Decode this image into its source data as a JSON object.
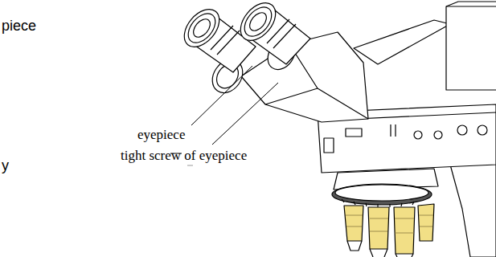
{
  "diagram": {
    "labels": [
      "piece",
      "eyepiece",
      "tight screw of eyepiece",
      "y"
    ]
  }
}
